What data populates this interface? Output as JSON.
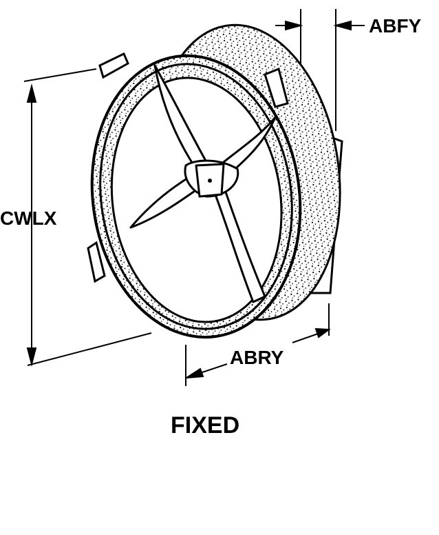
{
  "labels": {
    "abfy": "ABFY",
    "cwlx": "CWLX",
    "abry": "ABRY",
    "title": "FIXED"
  },
  "colors": {
    "ink": "#000000",
    "background": "#ffffff"
  }
}
